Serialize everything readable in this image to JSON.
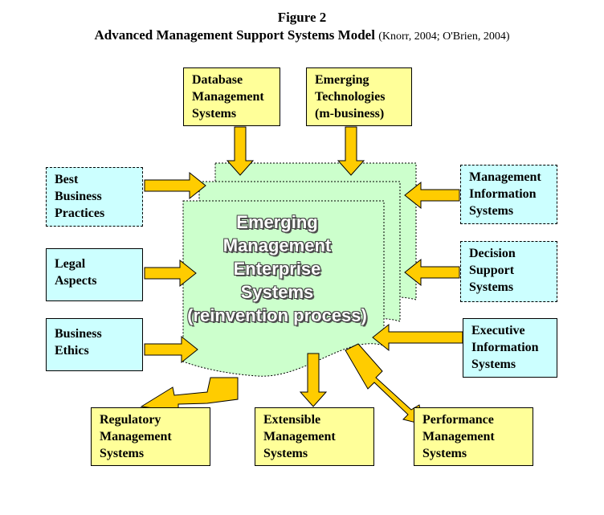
{
  "figure": {
    "label": "Figure 2",
    "title": "Advanced Management Support Systems Model",
    "citation": "(Knorr, 2004; O'Brien, 2004)"
  },
  "center": {
    "lines": [
      "Emerging",
      "Management",
      "Enterprise",
      "Systems",
      "(reinvention process)"
    ]
  },
  "top_boxes": {
    "dbms": [
      "Database",
      "Management",
      "Systems"
    ],
    "emerging_tech": [
      "Emerging",
      "Technologies",
      "(m-business)"
    ]
  },
  "left_boxes": {
    "best_practices": [
      "Best",
      "Business",
      "Practices"
    ],
    "legal": [
      "Legal",
      "Aspects"
    ],
    "ethics": [
      "Business",
      "Ethics"
    ]
  },
  "right_boxes": {
    "mis": [
      "Management",
      "Information",
      "Systems"
    ],
    "dss": [
      "Decision",
      "Support",
      "Systems"
    ],
    "eis": [
      "Executive",
      "Information",
      "Systems"
    ]
  },
  "bottom_boxes": {
    "regulatory": [
      "Regulatory",
      "Management",
      "Systems"
    ],
    "extensible": [
      "Extensible",
      "Management",
      "Systems"
    ],
    "performance": [
      "Performance",
      "Management",
      "Systems"
    ]
  },
  "colors": {
    "input_box": "#ffff99",
    "side_box": "#ccffff",
    "document": "#ccffcc",
    "arrow": "#ffcc00"
  }
}
